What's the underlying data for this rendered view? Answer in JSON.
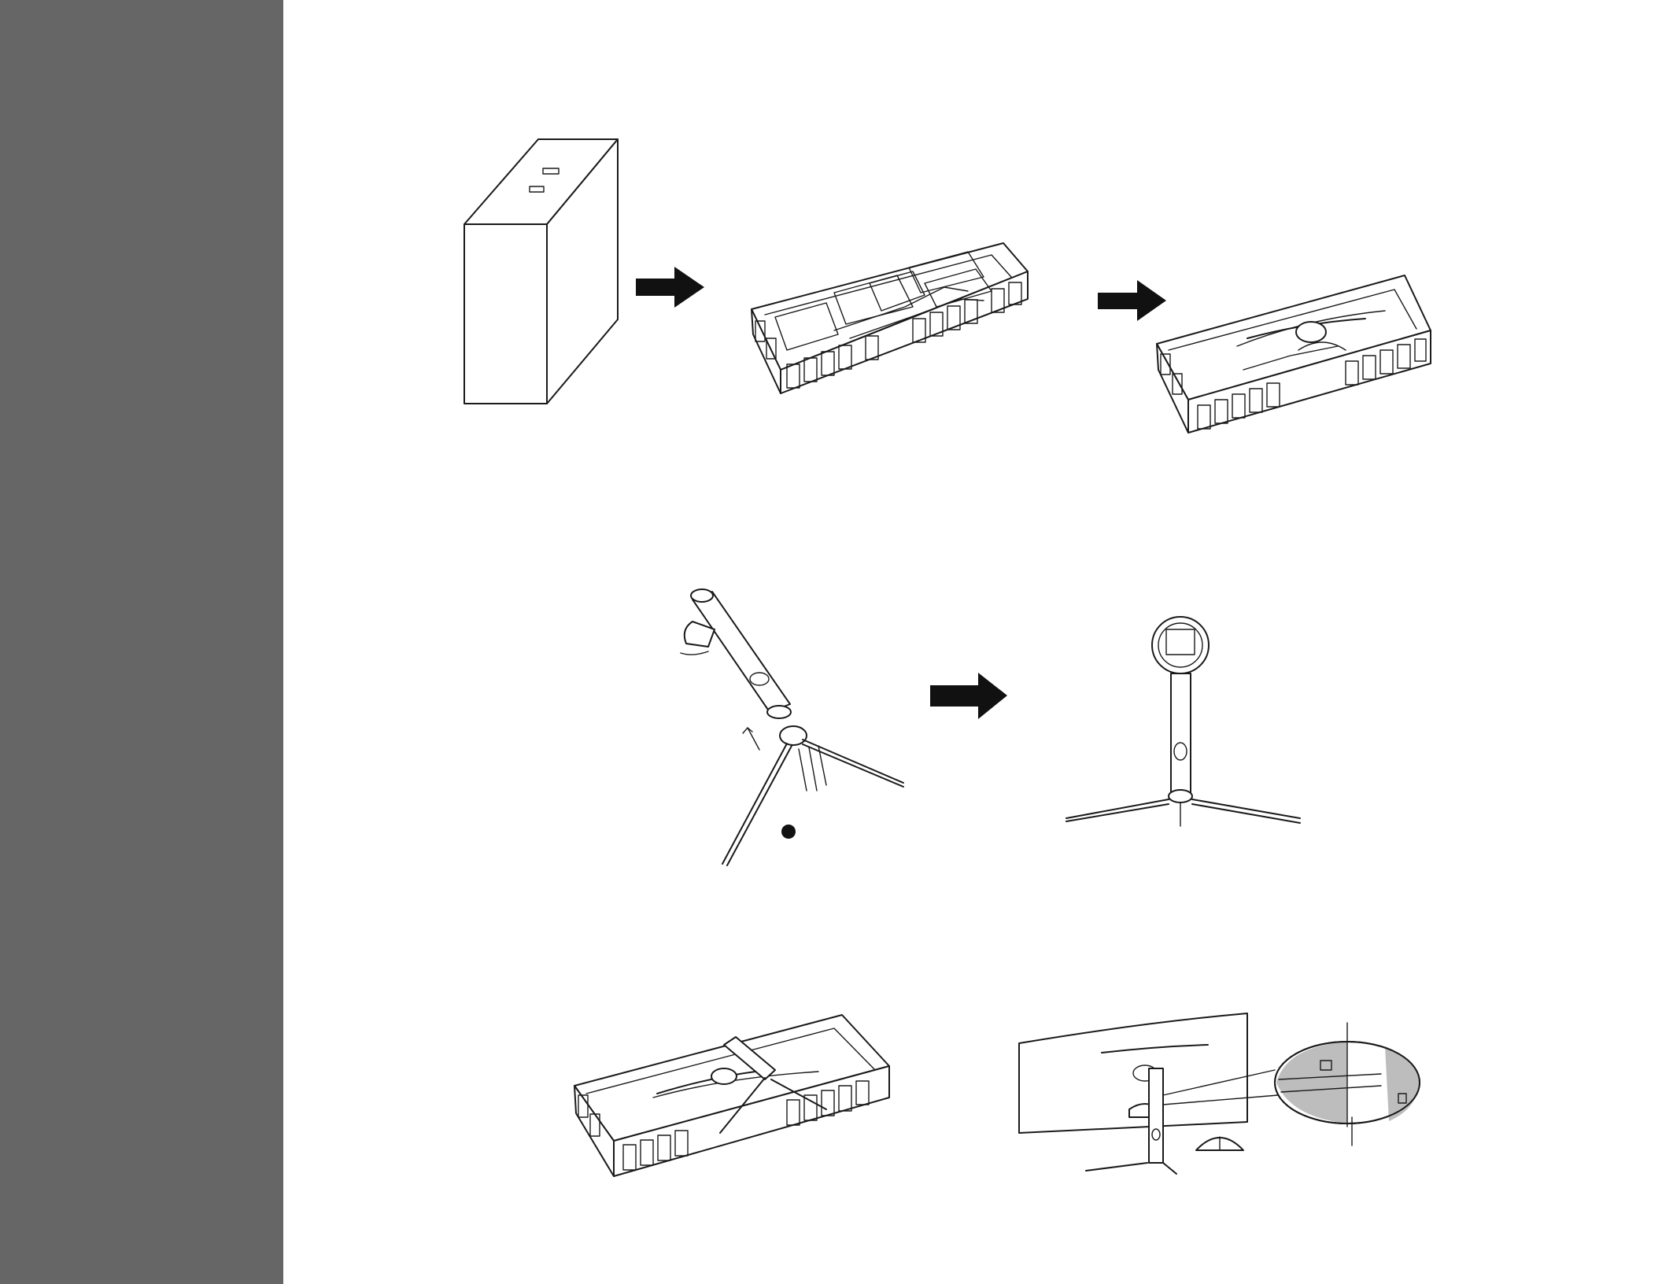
{
  "page": {
    "sidebar_color": "#666666",
    "background_color": "#ffffff",
    "ink_color": "#1a1a1a"
  },
  "steps": [
    {
      "row": 1,
      "figures": [
        "packing-box-icon",
        "foam-tray-empty-icon",
        "foam-tray-with-monitor-icon"
      ],
      "arrows": [
        "right-arrow-icon",
        "right-arrow-icon"
      ]
    },
    {
      "row": 2,
      "figures": [
        "stand-assembly-icon",
        "assembled-stand-icon"
      ],
      "arrows": [
        "right-arrow-icon"
      ]
    },
    {
      "row": 3,
      "figures": [
        "stand-attach-to-monitor-icon",
        "monitor-upright-with-detail-icon"
      ],
      "arrows": []
    }
  ]
}
